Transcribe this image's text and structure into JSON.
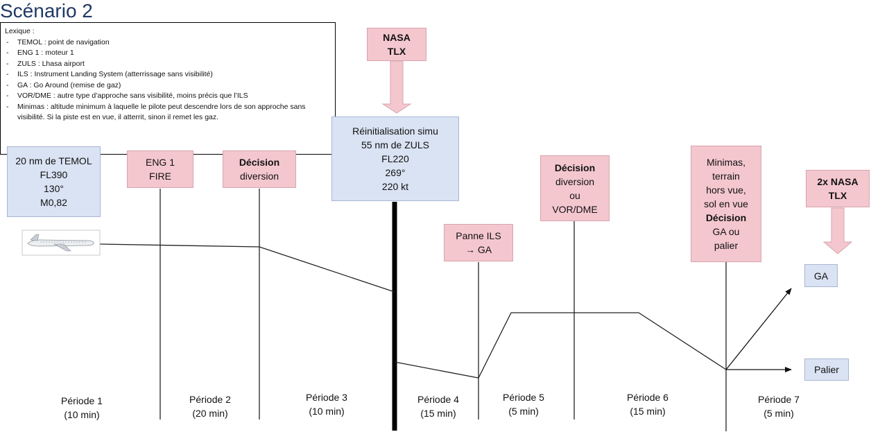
{
  "title": "Scénario 2",
  "lexique": {
    "heading": "Lexique :",
    "items": [
      "TEMOL : point de navigation",
      "ENG 1 : moteur 1",
      "ZULS : Lhasa airport",
      "ILS : Instrument Landing System (atterrissage sans visibilité)",
      "GA : Go Around (remise de gaz)",
      "VOR/DME : autre type d’approche sans visibilité, moins précis que l’ILS",
      "Minimas : altitude minimum  à laquelle le pilote peut descendre lors de son approche sans visibilité. Si la piste est en vue, il atterrit, sinon il remet les gaz."
    ]
  },
  "boxes": {
    "start": [
      "20 nm de TEMOL",
      "FL390",
      "130°",
      "M0,82"
    ],
    "eng": [
      "ENG 1",
      "FIRE"
    ],
    "decision1": [
      "Décision",
      "diversion"
    ],
    "nasa1": [
      "NASA",
      "TLX"
    ],
    "reinit": [
      "Réinitialisation simu",
      "55 nm de ZULS",
      "FL220",
      "269°",
      "220 kt"
    ],
    "panne": [
      "Panne ILS",
      "→ GA"
    ],
    "decision2": [
      "Décision",
      "diversion",
      "ou",
      "VOR/DME"
    ],
    "minimas": [
      "Minimas,",
      "terrain",
      "hors vue,",
      "sol en vue",
      "Décision",
      "GA ou",
      "palier"
    ],
    "nasa2": [
      "2x NASA",
      "TLX"
    ],
    "ga": "GA",
    "palier": "Palier"
  },
  "periods": [
    [
      "Période 1",
      "(10 min)"
    ],
    [
      "Période 2",
      "(20 min)"
    ],
    [
      "Période 3",
      "(10 min)"
    ],
    [
      "Période 4",
      "(15 min)"
    ],
    [
      "Période 5",
      "(5 min)"
    ],
    [
      "Période 6",
      "(15 min)"
    ],
    [
      "Période 7",
      "(5 min)"
    ]
  ],
  "colors": {
    "blue_box": "#dae3f3",
    "pink_box": "#f4c7cf",
    "title": "#1f3864"
  }
}
